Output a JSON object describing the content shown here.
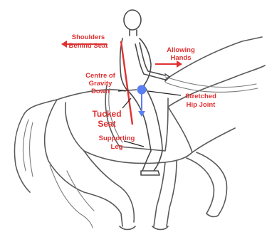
{
  "labels": {
    "shoulders_1": "Shoulders",
    "shoulders_2": "Behind Seat",
    "allowing_1": "Allowing",
    "allowing_2": "Hands",
    "gravity_1": "Centre of",
    "gravity_2": "Gravity",
    "gravity_3": "Down",
    "stretched_1": "Stretched",
    "stretched_2": "Hip Joint",
    "tucked_1": "Tucked",
    "tucked_2": "Seat",
    "supporting_1": "Supporting",
    "supporting_2": "Leg"
  },
  "colors": {
    "label": "#e03030",
    "arrow": "#e03030",
    "gravity_marker": "#5a7ff0",
    "sketch_line": "#5a5a5a"
  },
  "icons": {
    "gravity_marker": "blue-dot-with-down-arrow",
    "hands_arrow": "right-arrow",
    "shoulders_arrow": "left-arrow"
  }
}
